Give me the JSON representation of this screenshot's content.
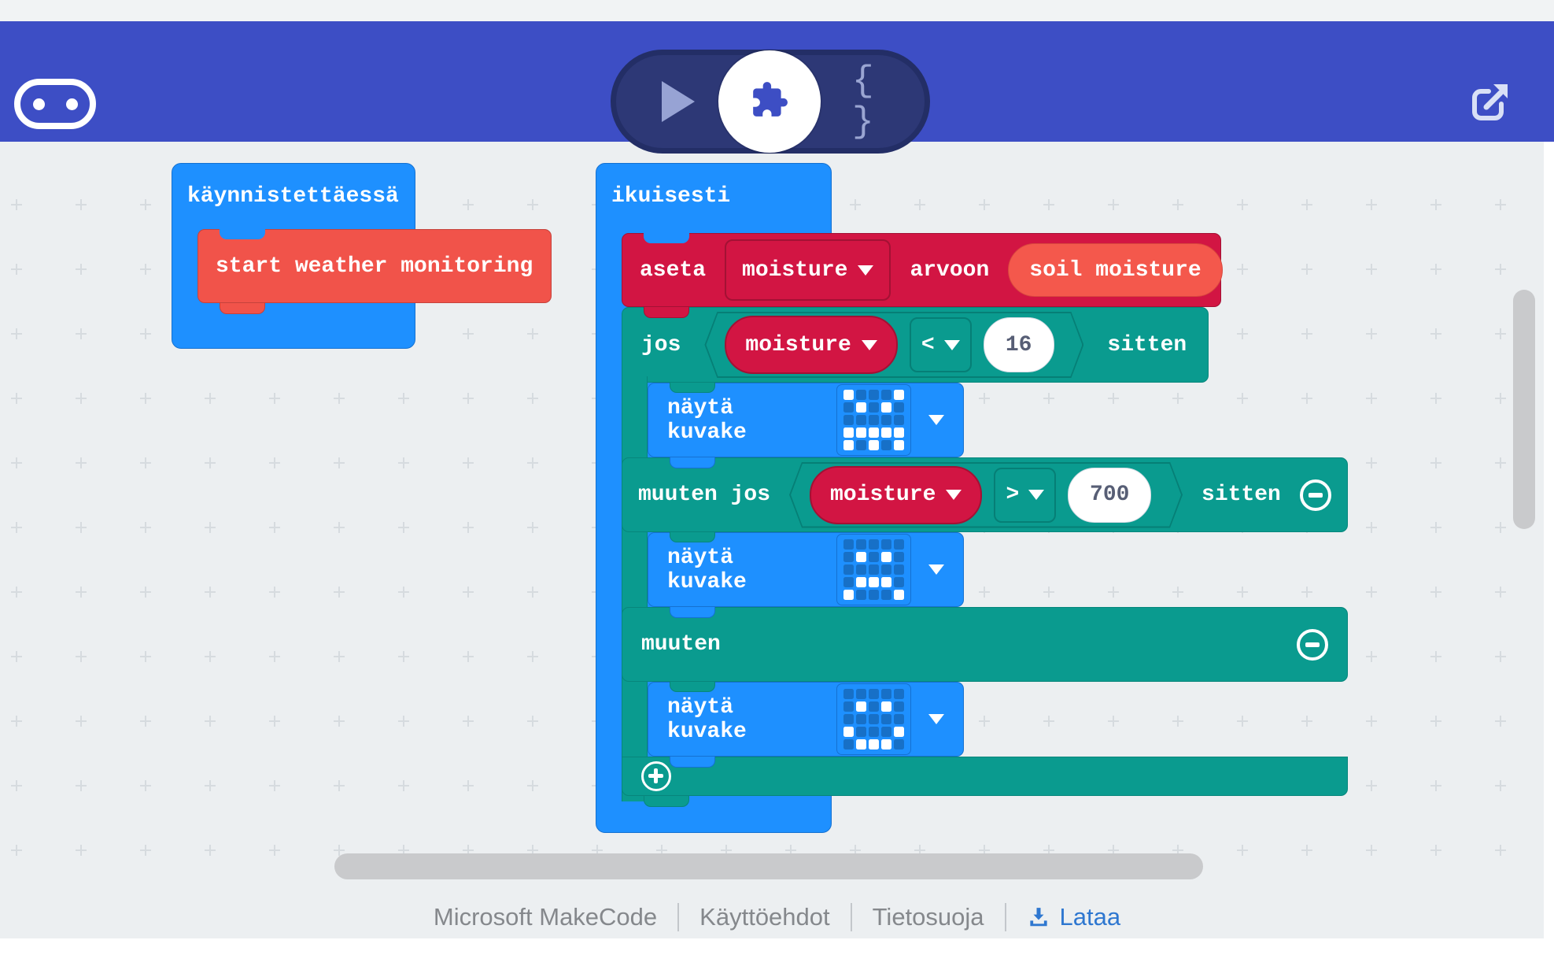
{
  "colors": {
    "header_bg": "#3D4EC5",
    "canvas_bg": "#ECEFF1",
    "basic_blue": "#1E90FF",
    "logic_teal": "#0A9B8F",
    "variables_crimson": "#D21543",
    "extension_red": "#F1534A",
    "value_red": "#F4584C",
    "link_blue": "#2E77D0"
  },
  "header": {
    "logo": "micro:bit-logo",
    "toggle": {
      "javascript_label": "{ }"
    }
  },
  "workspace": {
    "on_start": {
      "label": "käynnistettäessä",
      "statement": "start weather monitoring"
    },
    "forever": {
      "label": "ikuisesti"
    },
    "set_variable": {
      "set_label": "aseta",
      "variable": "moisture",
      "to_label": "arvoon",
      "value": "soil moisture"
    },
    "if_block": {
      "if_label": "jos",
      "then_label": "sitten",
      "else_if_label": "muuten jos",
      "else_label": "muuten",
      "cond1": {
        "variable": "moisture",
        "operator": "<",
        "value": "16"
      },
      "cond2": {
        "variable": "moisture",
        "operator": ">",
        "value": "700"
      }
    },
    "show_icon_label": "näytä kuvake",
    "icons": {
      "angry": [
        "10001",
        "01010",
        "00000",
        "11111",
        "10101"
      ],
      "sad": [
        "00000",
        "01010",
        "00000",
        "01110",
        "10001"
      ],
      "happy": [
        "00000",
        "01010",
        "00000",
        "10001",
        "01110"
      ]
    }
  },
  "footer": {
    "items": [
      "Microsoft MakeCode",
      "Käyttöehdot",
      "Tietosuoja"
    ],
    "download_label": "Lataa"
  }
}
